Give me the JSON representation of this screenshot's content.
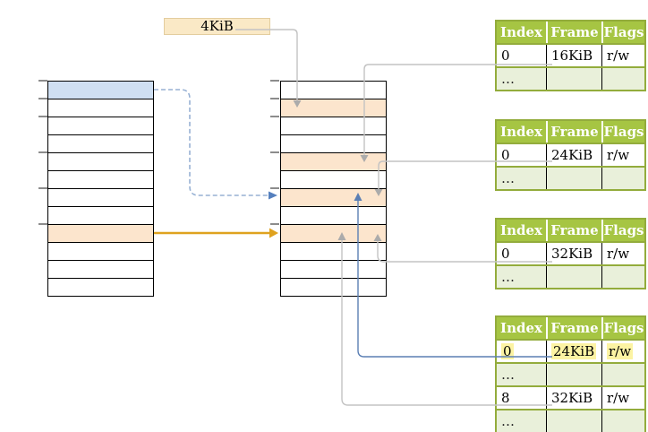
{
  "palette": {
    "header_green": "#A6C543",
    "row_green": "#E9F0DA",
    "border_green": "#93AC3C",
    "peach": "#FCE5CD",
    "light_blue": "#CFDFF2",
    "cream": "#FAE9C6",
    "orange_arrow": "#DFA21F",
    "blue_line": "#5B7FB4",
    "dashed_blue": "#97B1D4",
    "gray_line": "#C3C3C3",
    "yellow_highlight": "#FCF3A3"
  },
  "page_size_label": "4KiB",
  "virtual_memory_column": {
    "row_fills": [
      "blue",
      "white",
      "white",
      "white",
      "white",
      "white",
      "white",
      "white",
      "orange",
      "white",
      "white",
      "white"
    ]
  },
  "physical_memory_column": {
    "row_fills": [
      "white",
      "orange",
      "white",
      "white",
      "orange",
      "white",
      "orange",
      "white",
      "orange",
      "white",
      "white",
      "white"
    ]
  },
  "frame_tables": [
    {
      "headers": [
        "Index",
        "Frame",
        "Flags"
      ],
      "rows": [
        {
          "index": "0",
          "frame": "16KiB",
          "flags": "r/w"
        },
        {
          "index": "…",
          "frame": "",
          "flags": ""
        }
      ]
    },
    {
      "headers": [
        "Index",
        "Frame",
        "Flags"
      ],
      "rows": [
        {
          "index": "0",
          "frame": "24KiB",
          "flags": "r/w"
        },
        {
          "index": "…",
          "frame": "",
          "flags": ""
        }
      ]
    },
    {
      "headers": [
        "Index",
        "Frame",
        "Flags"
      ],
      "rows": [
        {
          "index": "0",
          "frame": "32KiB",
          "flags": "r/w"
        },
        {
          "index": "…",
          "frame": "",
          "flags": ""
        }
      ]
    },
    {
      "headers": [
        "Index",
        "Frame",
        "Flags"
      ],
      "rows": [
        {
          "index": "0",
          "frame": "24KiB",
          "flags": "r/w",
          "highlighted": true
        },
        {
          "index": "…",
          "frame": "",
          "flags": ""
        },
        {
          "index": "8",
          "frame": "32KiB",
          "flags": "r/w"
        },
        {
          "index": "…",
          "frame": "",
          "flags": ""
        }
      ]
    }
  ]
}
